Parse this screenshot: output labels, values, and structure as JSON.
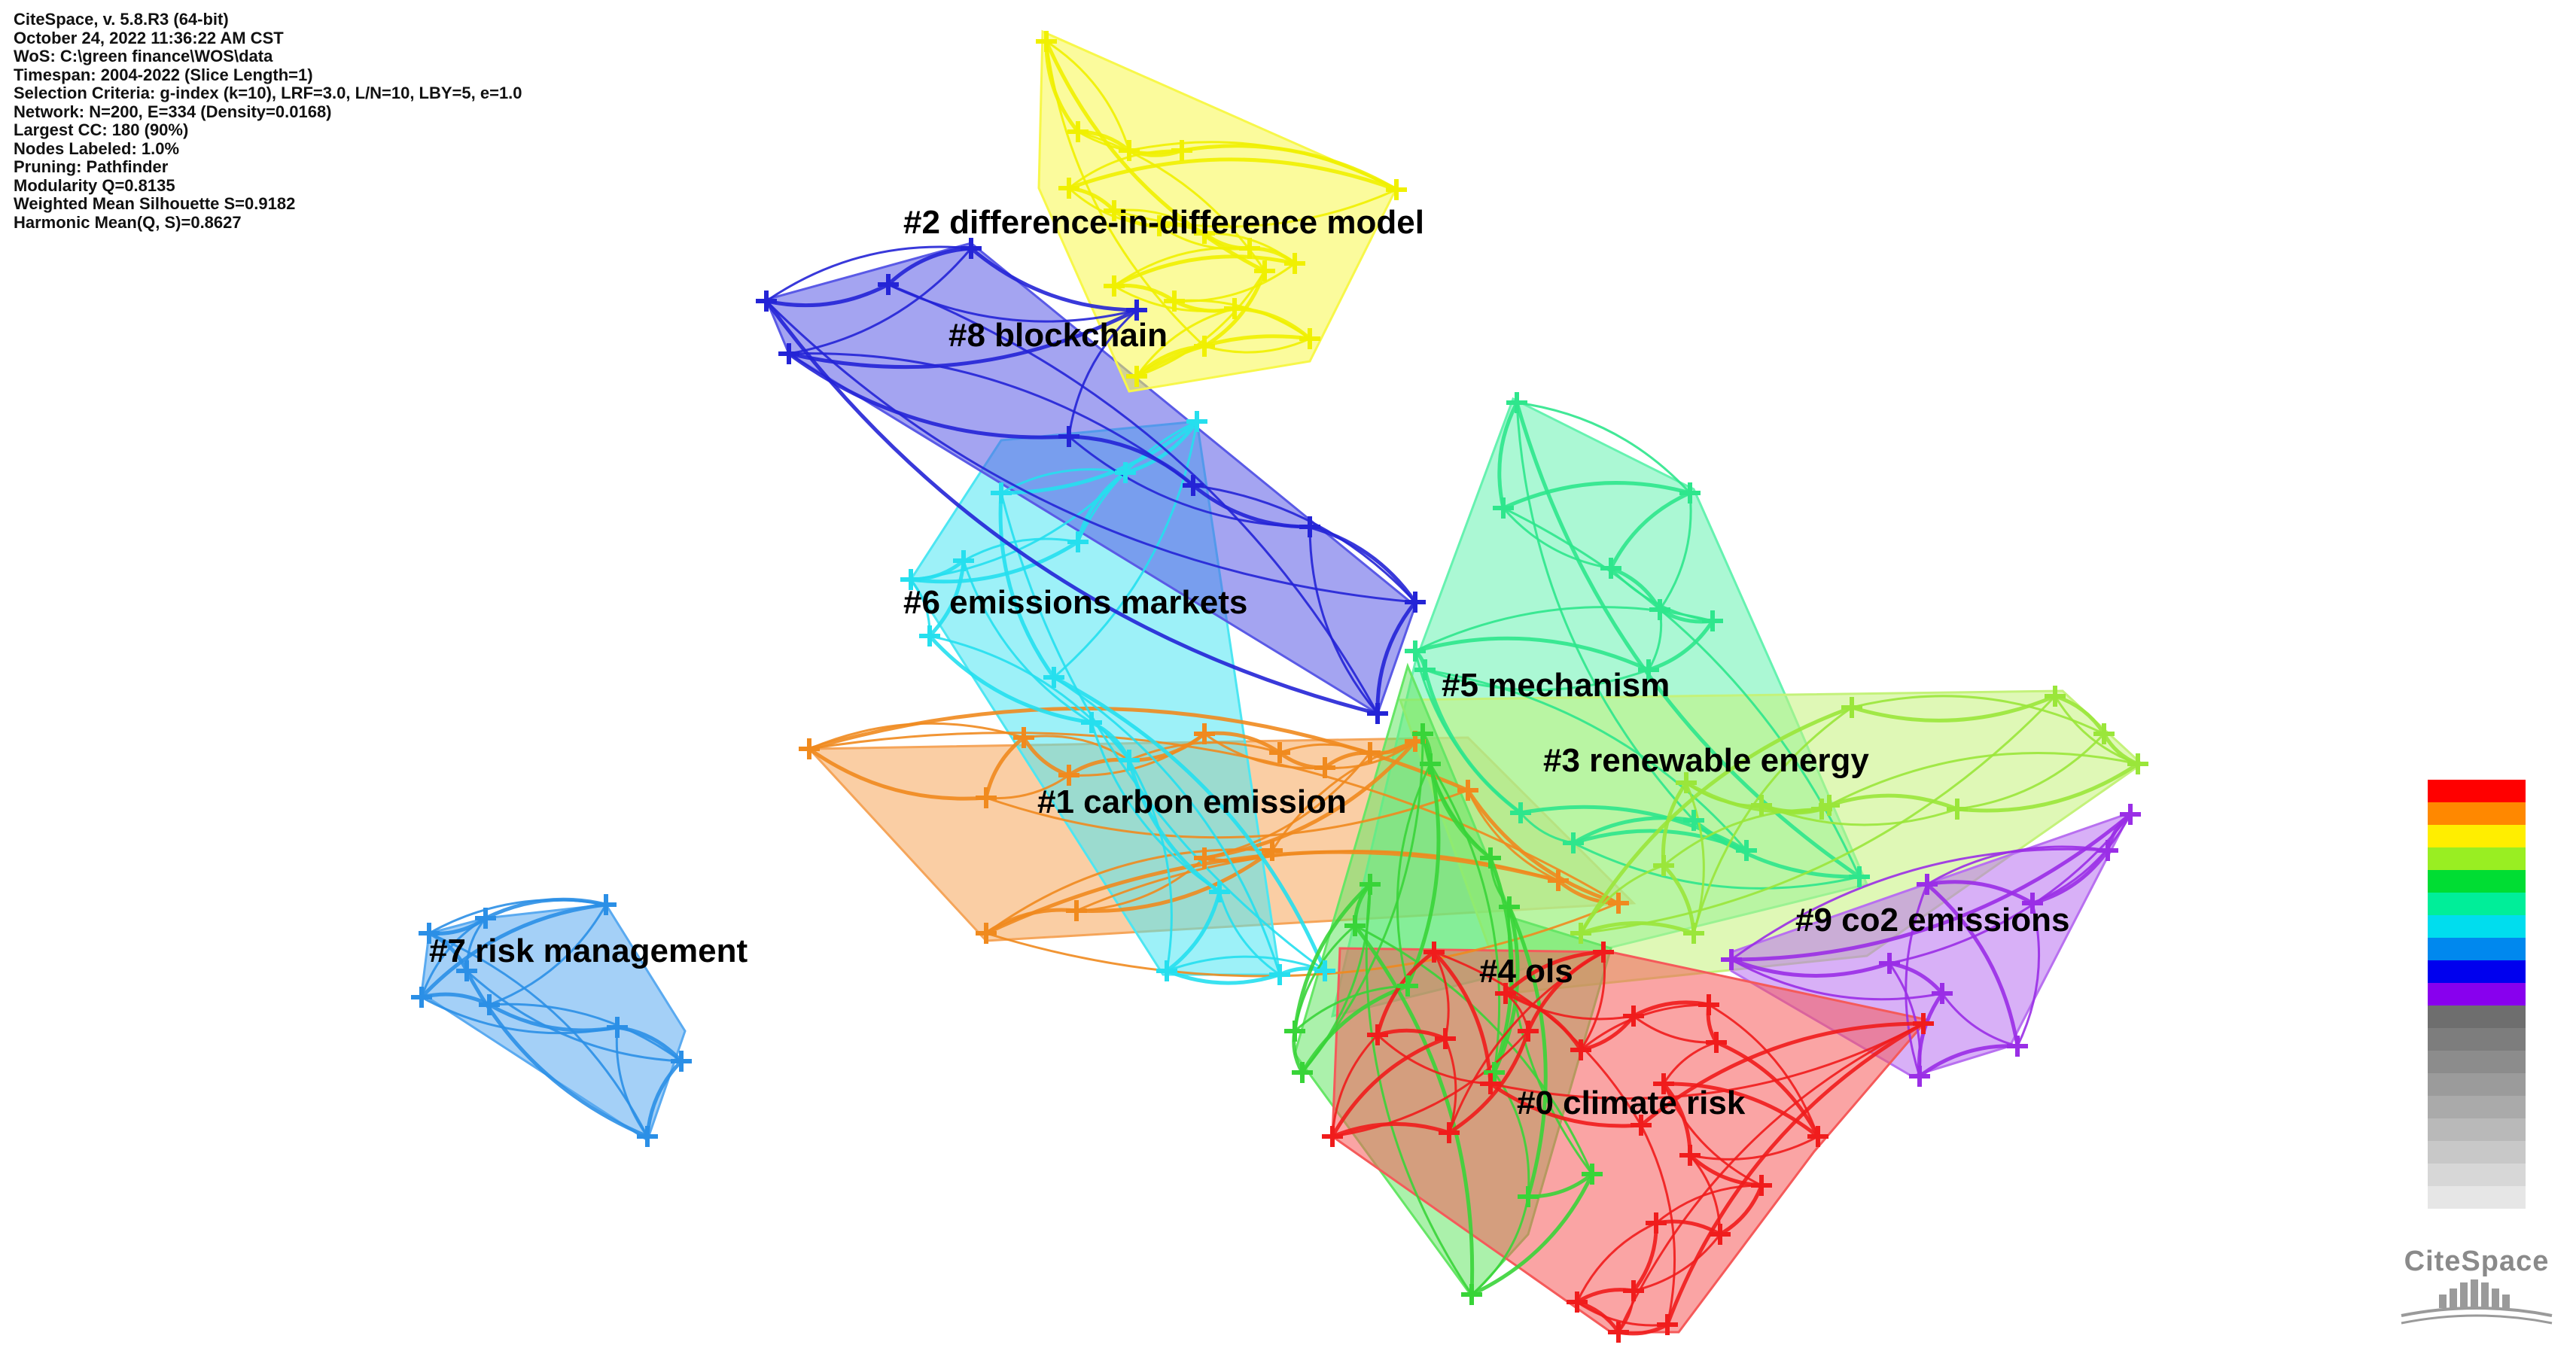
{
  "info_lines": [
    "CiteSpace, v. 5.8.R3 (64-bit)",
    "October 24, 2022 11:36:22 AM CST",
    "WoS: C:\\green finance\\WOS\\data",
    "Timespan: 2004-2022 (Slice Length=1)",
    "Selection Criteria: g-index (k=10), LRF=3.0, L/N=10, LBY=5, e=1.0",
    "Network: N=200, E=334 (Density=0.0168)",
    "Largest CC: 180 (90%)",
    "Nodes Labeled: 1.0%",
    "Pruning: Pathfinder",
    "Modularity Q=0.8135",
    "Weighted Mean Silhouette S=0.9182",
    "Harmonic Mean(Q, S)=0.8627"
  ],
  "clusters": [
    {
      "id": "c7",
      "label": "#7 risk management",
      "color": "#2b8fe6",
      "fill": "#5aaaf0"
    },
    {
      "id": "c1",
      "label": "#1 carbon emission",
      "color": "#f08a1e",
      "fill": "#f5a55a"
    },
    {
      "id": "c6",
      "label": "#6 emissions markets",
      "color": "#25dfee",
      "fill": "#4de6f2"
    },
    {
      "id": "c8",
      "label": "#8 blockchain",
      "color": "#2424d6",
      "fill": "#5a5ae6"
    },
    {
      "id": "c2",
      "label": "#2 difference-in-difference model",
      "color": "#f0f000",
      "fill": "#f7f74a"
    },
    {
      "id": "c5",
      "label": "#5 mechanism",
      "color": "#2ee68c",
      "fill": "#66f2b0"
    },
    {
      "id": "c3",
      "label": "#3 renewable energy",
      "color": "#9ae63a",
      "fill": "#c4f27a"
    },
    {
      "id": "c4",
      "label": "#4 ols",
      "color": "#38d438",
      "fill": "#66e666"
    },
    {
      "id": "c9",
      "label": "#9 co2 emissions",
      "color": "#9a2ee6",
      "fill": "#b870f0"
    },
    {
      "id": "c0",
      "label": "#0 climate risk",
      "color": "#f01c1c",
      "fill": "#f55a5a"
    }
  ],
  "legend_colors": [
    "#ff0000",
    "#ff8800",
    "#ffee00",
    "#99ee22",
    "#00dd33",
    "#00ee99",
    "#00ddee",
    "#0088ee",
    "#0000ee",
    "#8800ee",
    "#6e6e6e",
    "#7d7d7d",
    "#8c8c8c",
    "#9b9b9b",
    "#aaaaaa",
    "#b9b9b9",
    "#c8c8c8",
    "#d7d7d7",
    "#e6e6e6"
  ],
  "logo_text": "CiteSpace"
}
